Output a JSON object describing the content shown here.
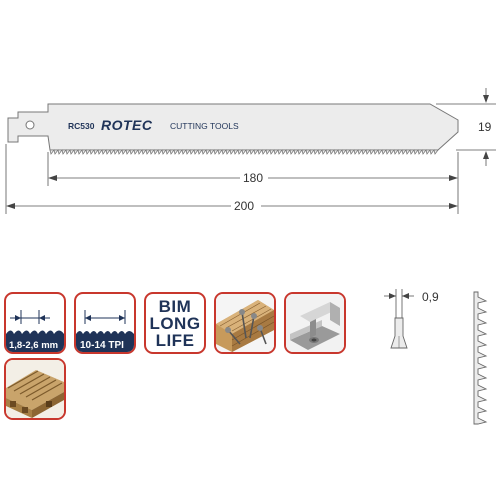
{
  "blade": {
    "model": "RC530",
    "brand": "ROTEC",
    "brand_suffix": "CUTTING TOOLS",
    "colors": {
      "body": "#ececec",
      "outline": "#777777",
      "label": "#1f3358"
    }
  },
  "dimensions": {
    "height_label": "19",
    "tooth_length_label": "180",
    "total_length_label": "200",
    "thickness_label": "0,9"
  },
  "features": {
    "tooth_pitch_mm": "1,8-2,6 mm",
    "tpi": "10-14 TPI",
    "bim_line1": "BIM",
    "bim_line2": "LONG",
    "bim_line3": "LIFE",
    "icons": [
      "tooth-pitch-icon",
      "tpi-icon",
      "bim-long-life-icon",
      "wood-with-nails-icon",
      "metal-profile-icon",
      "pallet-icon"
    ],
    "tile_border_color": "#c8372d"
  }
}
